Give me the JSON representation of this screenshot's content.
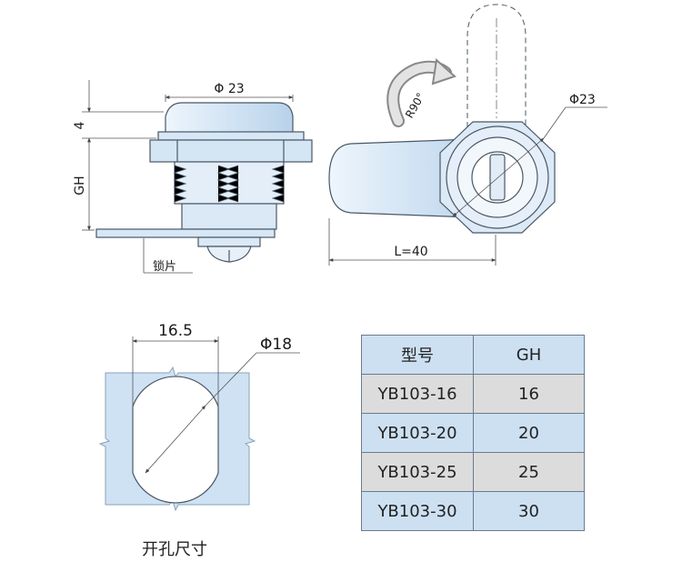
{
  "side_view": {
    "diameter_label": "Φ 23",
    "head_height_label": "4",
    "thread_length_label": "GH",
    "cam_label": "锁片"
  },
  "front_view": {
    "rotation_label": "R90°",
    "diameter_label": "Φ23",
    "length_label": "L=40"
  },
  "cutout": {
    "width_label": "16.5",
    "diameter_label": "Φ18",
    "caption": "开孔尺寸"
  },
  "table": {
    "headers": [
      "型号",
      "GH"
    ],
    "rows": [
      {
        "model": "YB103-16",
        "gh": "16"
      },
      {
        "model": "YB103-20",
        "gh": "20"
      },
      {
        "model": "YB103-25",
        "gh": "25"
      },
      {
        "model": "YB103-30",
        "gh": "30"
      }
    ]
  },
  "colors": {
    "part_fill": "#cfe2f3",
    "part_stroke": "#4a5866",
    "dim_line": "#555555",
    "table_header": "#cde0f2",
    "table_grey": "#dcdcdc"
  }
}
